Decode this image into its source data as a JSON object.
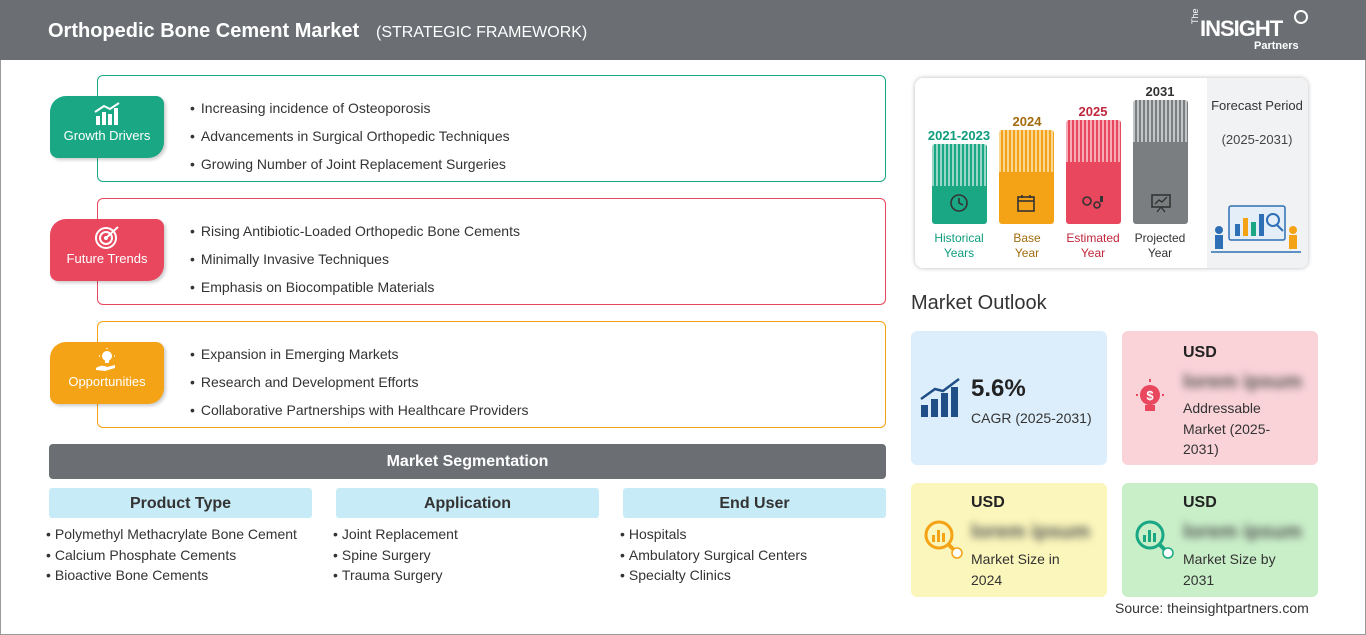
{
  "header": {
    "title": "Orthopedic Bone Cement Market",
    "subtitle": "(STRATEGIC FRAMEWORK)",
    "logo": {
      "the": "The",
      "insight": "INSIGHT",
      "partners": "Partners"
    }
  },
  "colors": {
    "green": "#1aa784",
    "red": "#e8475d",
    "orange": "#f4a316",
    "gray": "#6b6f74",
    "teal": "#0f9c7d",
    "olive": "#a26c0f",
    "crimson": "#c0263c"
  },
  "framework": [
    {
      "label": "Growth Drivers",
      "icon": "chart-up-icon",
      "color": "#1aa784",
      "points": [
        "Increasing incidence of Osteoporosis",
        "Advancements in Surgical Orthopedic Techniques",
        "Growing Number of Joint Replacement Surgeries"
      ]
    },
    {
      "label": "Future Trends",
      "icon": "target-icon",
      "color": "#e8475d",
      "points": [
        "Rising Antibiotic-Loaded Orthopedic Bone Cements",
        "Minimally Invasive Techniques",
        "Emphasis on Biocompatible Materials"
      ]
    },
    {
      "label": "Opportunities",
      "icon": "lightbulb-hand-icon",
      "color": "#f4a316",
      "points": [
        "Expansion in Emerging Markets",
        "Research and Development Efforts",
        "Collaborative Partnerships with Healthcare Providers"
      ]
    }
  ],
  "segmentation": {
    "title": "Market Segmentation",
    "columns": [
      {
        "header": "Product Type",
        "items": [
          "Polymethyl Methacrylate Bone Cement",
          "Calcium Phosphate Cements",
          "Bioactive Bone Cements"
        ]
      },
      {
        "header": "Application",
        "items": [
          "Joint Replacement",
          "Spine Surgery",
          "Trauma Surgery"
        ]
      },
      {
        "header": "End User",
        "items": [
          "Hospitals",
          "Ambulatory Surgical Centers",
          "Specialty Clinics"
        ]
      }
    ]
  },
  "timeline": {
    "forecast_label": "Forecast Period",
    "forecast_range": "(2025-2031)",
    "bars": [
      {
        "year": "2021-2023",
        "line1": "Historical",
        "line2": "Years",
        "color": "#1aa784",
        "text_color": "#0f9c7d",
        "icon": "clock-history-icon"
      },
      {
        "year": "2024",
        "line1": "Base",
        "line2": "Year",
        "color": "#f4a316",
        "text_color": "#a26c0f",
        "icon": "calendar-icon"
      },
      {
        "year": "2025",
        "line1": "Estimated",
        "line2": "Year",
        "color": "#e8475d",
        "text_color": "#c0263c",
        "icon": "gears-chart-icon"
      },
      {
        "year": "2031",
        "line1": "Projected",
        "line2": "Year",
        "color": "#7b7e81",
        "text_color": "#333333",
        "icon": "presentation-board-icon"
      }
    ]
  },
  "outlook": {
    "title": "Market Outlook",
    "cagr": {
      "value": "5.6%",
      "label": "CAGR (2025-2031)",
      "color": "#dceefb"
    },
    "addressable": {
      "usd": "USD",
      "value": "lorem ipsum",
      "label": "Addressable Market (2025-2031)",
      "color": "#f9d3d8"
    },
    "size2024": {
      "usd": "USD",
      "value": "lorem ipsum",
      "label": "Market Size in 2024",
      "color": "#fbf6bb"
    },
    "size2031": {
      "usd": "USD",
      "value": "lorem ipsum",
      "label": "Market Size by 2031",
      "color": "#c9efc9"
    }
  },
  "source": "Source: theinsightpartners.com"
}
